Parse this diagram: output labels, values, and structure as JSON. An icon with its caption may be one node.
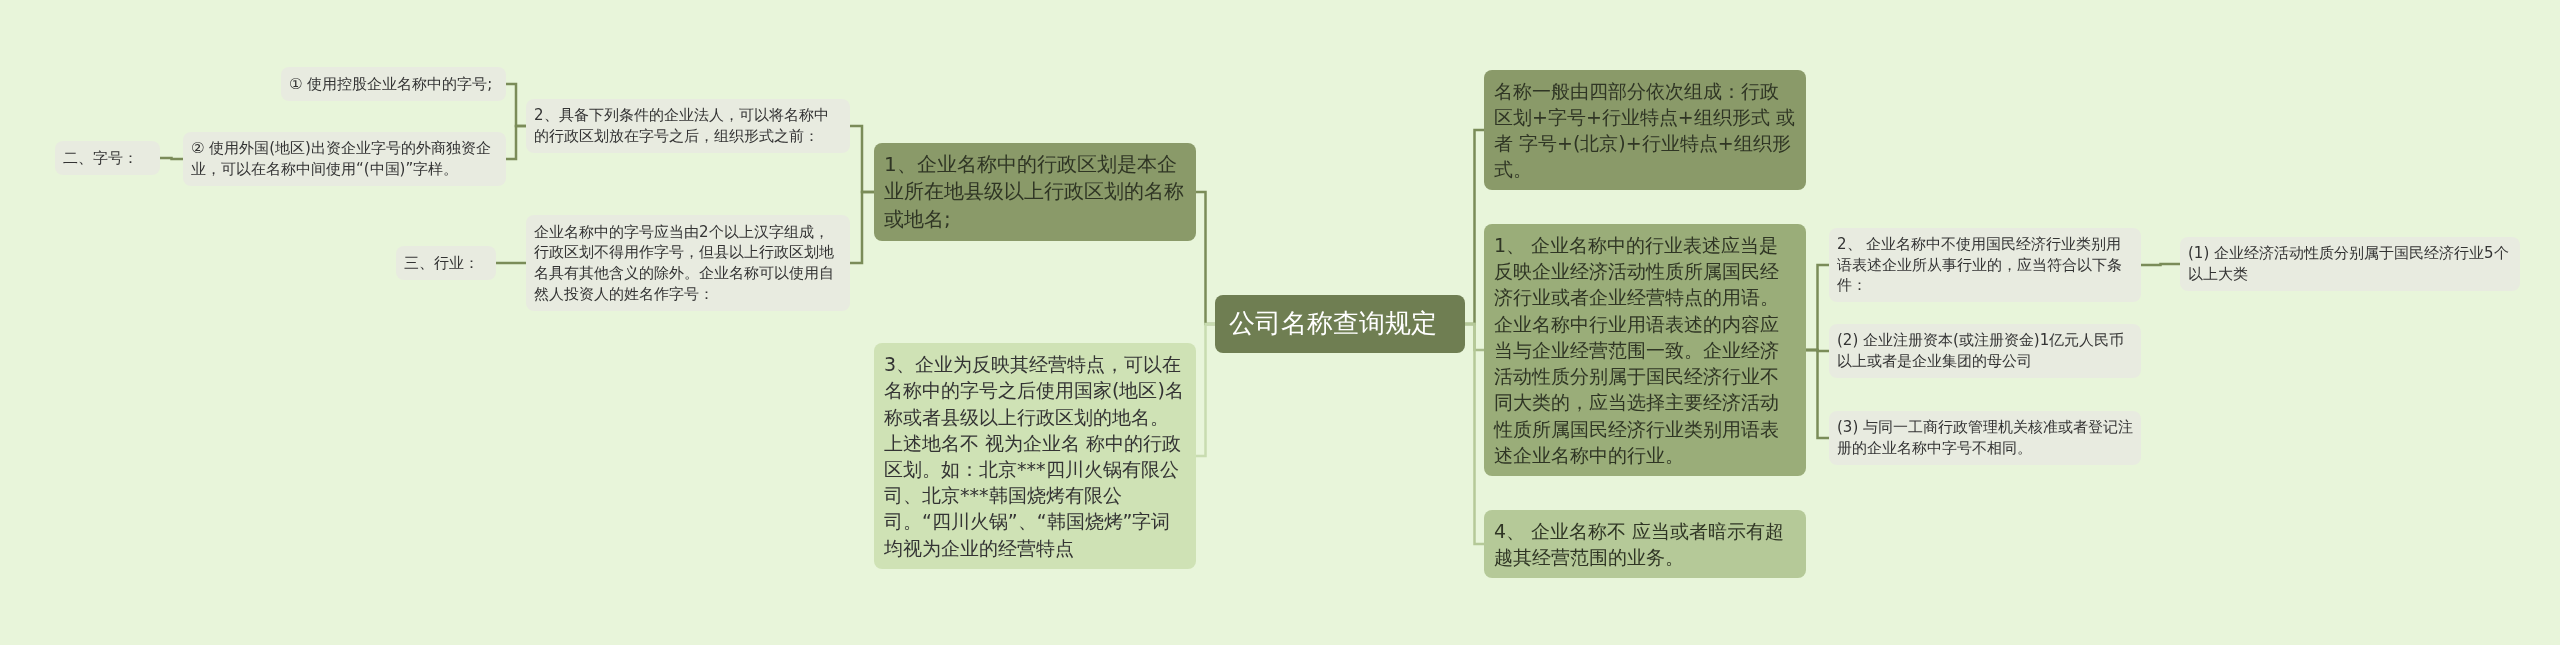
{
  "diagram": {
    "nodes": [
      {
        "text": [
          "公司名称查询规定"
        ]
      },
      {
        "text": [
          "1、企业名称中的行政区划是本企业所在地县级以上行政区划的名称或地名;"
        ]
      },
      {
        "text": [
          "2、具备下列条件的企业法人，可以将名称中的行政区划放在字号之后，组织形式之前："
        ]
      },
      {
        "text": [
          "① 使用控股企业名称中的字号;"
        ]
      },
      {
        "text": [
          "② 使用外国(地区)出资企业字号的外商独资企业，可以在名称中间使用“(中国)”字样。"
        ]
      },
      {
        "text": [
          "二、字号："
        ]
      },
      {
        "text": [
          "企业名称中的字号应当由2个以上汉字组成，行政区划不得用作字号，但县以上行政区划地名具有其他含义的除外。企业名称可以使用自然人投资人的姓名作字号："
        ]
      },
      {
        "text": [
          "三、行业："
        ]
      },
      {
        "text": [
          "3、企业为反映其经营特点，可以在名称中的字号之后使用国家(地区)名称或者县级以上行政区划的地名。上述地名不 视为企业名 称中的行政区划。如：北京***四川火锅有限公司、北京***韩国烧烤有限公司。“四川火锅”、“韩国烧烤”字词均视为企业的经营特点"
        ]
      },
      {
        "text": [
          "名称一般由四部分依次组成：行政区划+字号+行业特点+组织形式 或者 字号+(北京)+行业特点+组织形式。"
        ]
      },
      {
        "text": [
          "1、 企业名称中的行业表述应当是反映企业经济活动性质所属国民经济行业或者企业经营特点的用语。企业名称中行业用语表述的内容应当与企业经营范围一致。企业经济活动性质分别属于国民经济行业不同大类的，应当选择主要经济活动性质所属国民经济行业类别用语表述企业名称中的行业。"
        ]
      },
      {
        "text": [
          "2、 企业名称中不使用国民经济行业类别用语表述企业所从事行业的，应当符合以下条件："
        ]
      },
      {
        "text": [
          "(1) 企业经济活动性质分别属于国民经济行业5个以上大类"
        ]
      },
      {
        "text": [
          "(2) 企业注册资本(或注册资金)1亿元人民币以上或者是企业集团的母公司"
        ]
      },
      {
        "text": [
          "(3) 与同一工商行政管理机关核准或者登记注册的企业名称中字号不相同。"
        ]
      },
      {
        "text": [
          "4、 企业名称不 应当或者暗示有超越其经营范围的业务。"
        ]
      }
    ],
    "edges": [
      {
        "from": 0,
        "to": 1,
        "arrow": "none"
      },
      {
        "from": 1,
        "to": 2,
        "arrow": "none"
      },
      {
        "from": 2,
        "to": 3,
        "arrow": "none"
      },
      {
        "from": 2,
        "to": 4,
        "arrow": "none"
      },
      {
        "from": 4,
        "to": 5,
        "arrow": "none"
      },
      {
        "from": 1,
        "to": 6,
        "arrow": "none"
      },
      {
        "from": 6,
        "to": 7,
        "arrow": "none"
      },
      {
        "from": 0,
        "to": 8,
        "arrow": "none",
        "color": "#c8dcb0"
      },
      {
        "from": 0,
        "to": 9,
        "arrow": "none"
      },
      {
        "from": 0,
        "to": 10,
        "arrow": "none",
        "color": "#a8bb8a"
      },
      {
        "from": 10,
        "to": 11,
        "arrow": "none"
      },
      {
        "from": 11,
        "to": 12,
        "arrow": "none"
      },
      {
        "from": 10,
        "to": 13,
        "arrow": "none"
      },
      {
        "from": 10,
        "to": 14,
        "arrow": "none"
      },
      {
        "from": 0,
        "to": 15,
        "arrow": "none",
        "color": "#b5c998"
      }
    ]
  }
}
